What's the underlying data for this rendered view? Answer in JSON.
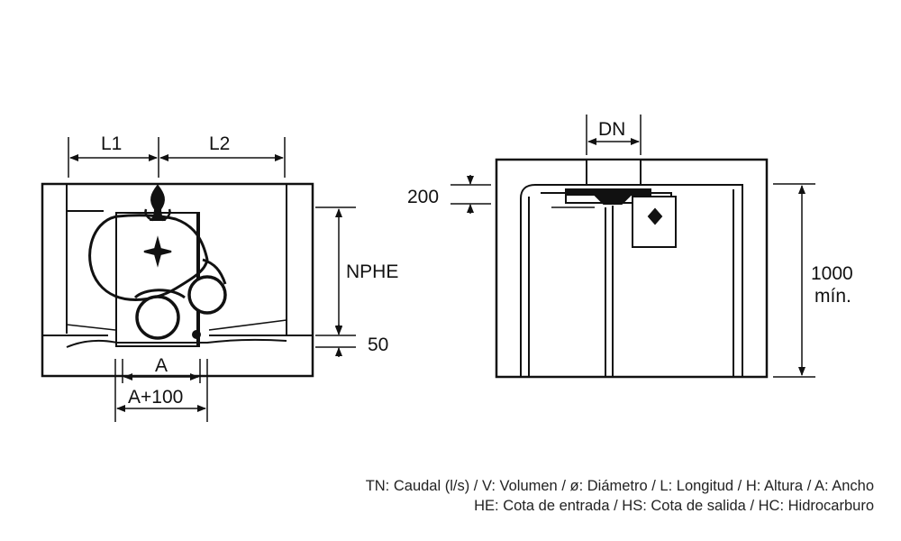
{
  "side_view": {
    "dim_l1": "L1",
    "dim_l2": "L2",
    "dim_nphe": "NPHE",
    "dim_50": "50",
    "dim_a": "A",
    "dim_a100": "A+100"
  },
  "front_view": {
    "dim_dn": "DN",
    "dim_200": "200",
    "dim_1000": "1000",
    "dim_min": "mín."
  },
  "legend": {
    "line1": "TN: Caudal (l/s) / V: Volumen / ø: Diámetro / L: Longitud / H: Altura / A: Ancho",
    "line2": "HE: Cota de entrada / HS: Cota de salida / HC: Hidrocarburo"
  }
}
